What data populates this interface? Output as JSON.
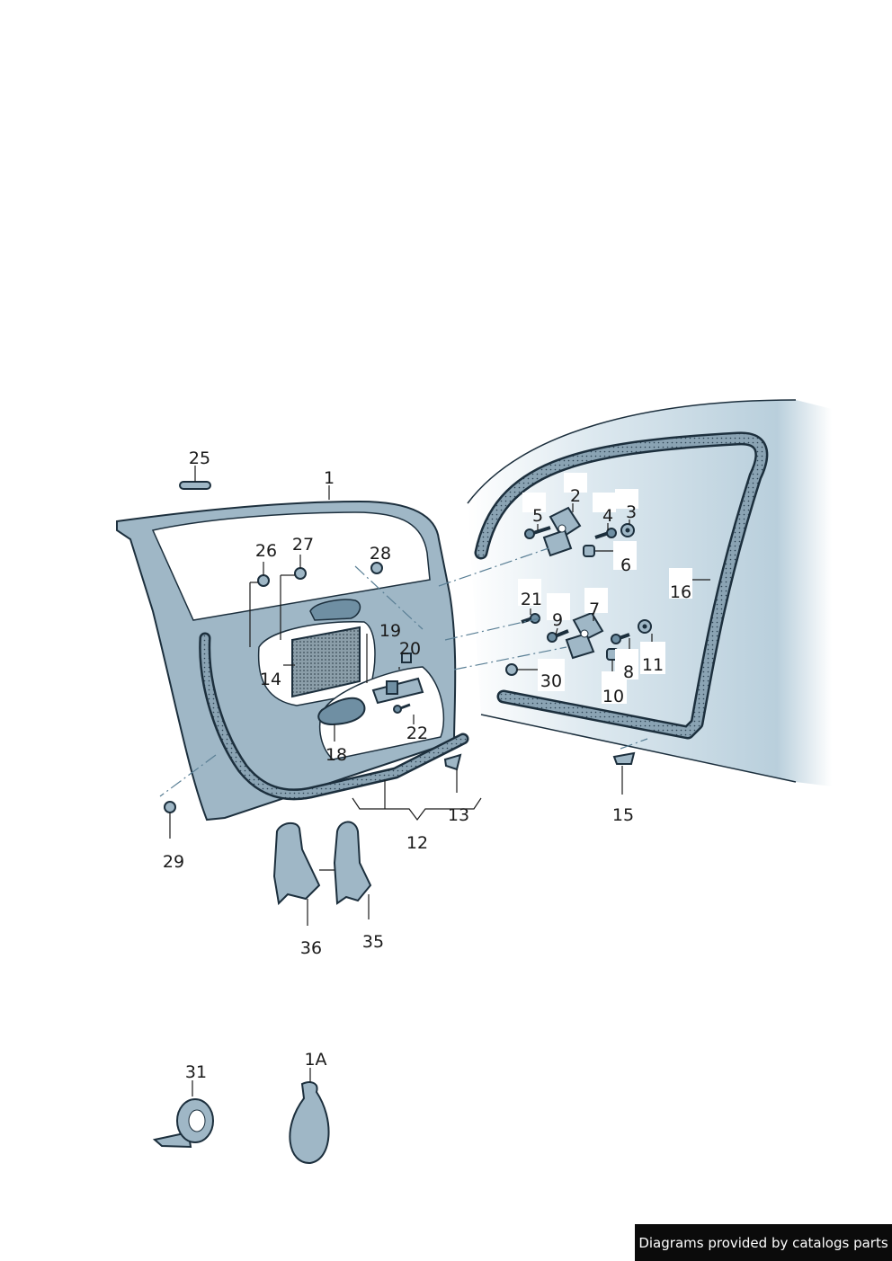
{
  "diagram": {
    "callouts": {
      "c1": "1",
      "c1A": "1A",
      "c2": "2",
      "c3": "3",
      "c4": "4",
      "c5": "5",
      "c6": "6",
      "c7": "7",
      "c8": "8",
      "c9": "9",
      "c10": "10",
      "c11": "11",
      "c12": "12",
      "c13": "13",
      "c14": "14",
      "c15": "15",
      "c16": "16",
      "c18": "18",
      "c19": "19",
      "c20": "20",
      "c21": "21",
      "c22": "22",
      "c25": "25",
      "c26": "26",
      "c27": "27",
      "c28": "28",
      "c29": "29",
      "c30": "30",
      "c31": "31",
      "c35": "35",
      "c36": "36"
    }
  },
  "footer": {
    "credit": "Diagrams provided by catalogs parts"
  },
  "colors": {
    "part_fill": "#9fb7c6",
    "outline": "#1c2f3d",
    "body_shade": "#c9dbe6",
    "credit_bg": "#0b0b0b"
  }
}
